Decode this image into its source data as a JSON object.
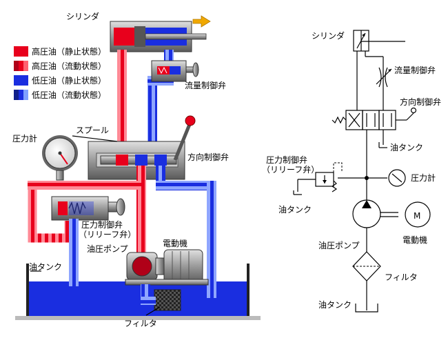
{
  "legend": [
    {
      "label": "高圧油（静止状態）",
      "color": "#e8001c",
      "color2": "#e8001c"
    },
    {
      "label": "高圧油（流動状態）",
      "color": "#b00018",
      "color2": "#ff6070"
    },
    {
      "label": "低圧油（静止状態）",
      "color": "#1a2ee0",
      "color2": "#1a2ee0"
    },
    {
      "label": "低圧油（流動状態）",
      "color": "#10208a",
      "color2": "#7fa0ff"
    }
  ],
  "pictorial": {
    "cylinder": "シリンダ",
    "flow_valve": "流量制御弁",
    "gauge": "圧力計",
    "spool": "スプール",
    "dir_valve": "方向制御弁",
    "relief_line1": "圧力制御弁",
    "relief_line2": "（リリーフ弁）",
    "pump": "油圧ポンプ",
    "motor": "電動機",
    "tank": "油タンク",
    "filter": "フィルタ"
  },
  "schematic": {
    "cylinder": "シリンダ",
    "flow_valve": "流量制御弁",
    "dir_valve": "方向制御弁",
    "tank_top": "油タンク",
    "relief_line1": "圧力制御弁",
    "relief_line2": "（リリーフ弁）",
    "gauge": "圧力計",
    "tank_mid": "油タンク",
    "pump": "油圧ポンプ",
    "motor": "電動機",
    "motor_letter": "M",
    "filter": "フィルタ",
    "tank_bottom": "油タンク"
  },
  "colors": {
    "high": "#e8001c",
    "high_dark": "#b00018",
    "low": "#1a2ee0",
    "low_dark": "#10208a",
    "arrow": "#f0a800",
    "tank_oil": "#1a2ee0",
    "metal": "#8c8c8c"
  },
  "icons": {
    "cylinder_direction": "arrow-right-icon",
    "gauge": "pressure-gauge-icon",
    "motor": "motor-icon"
  }
}
